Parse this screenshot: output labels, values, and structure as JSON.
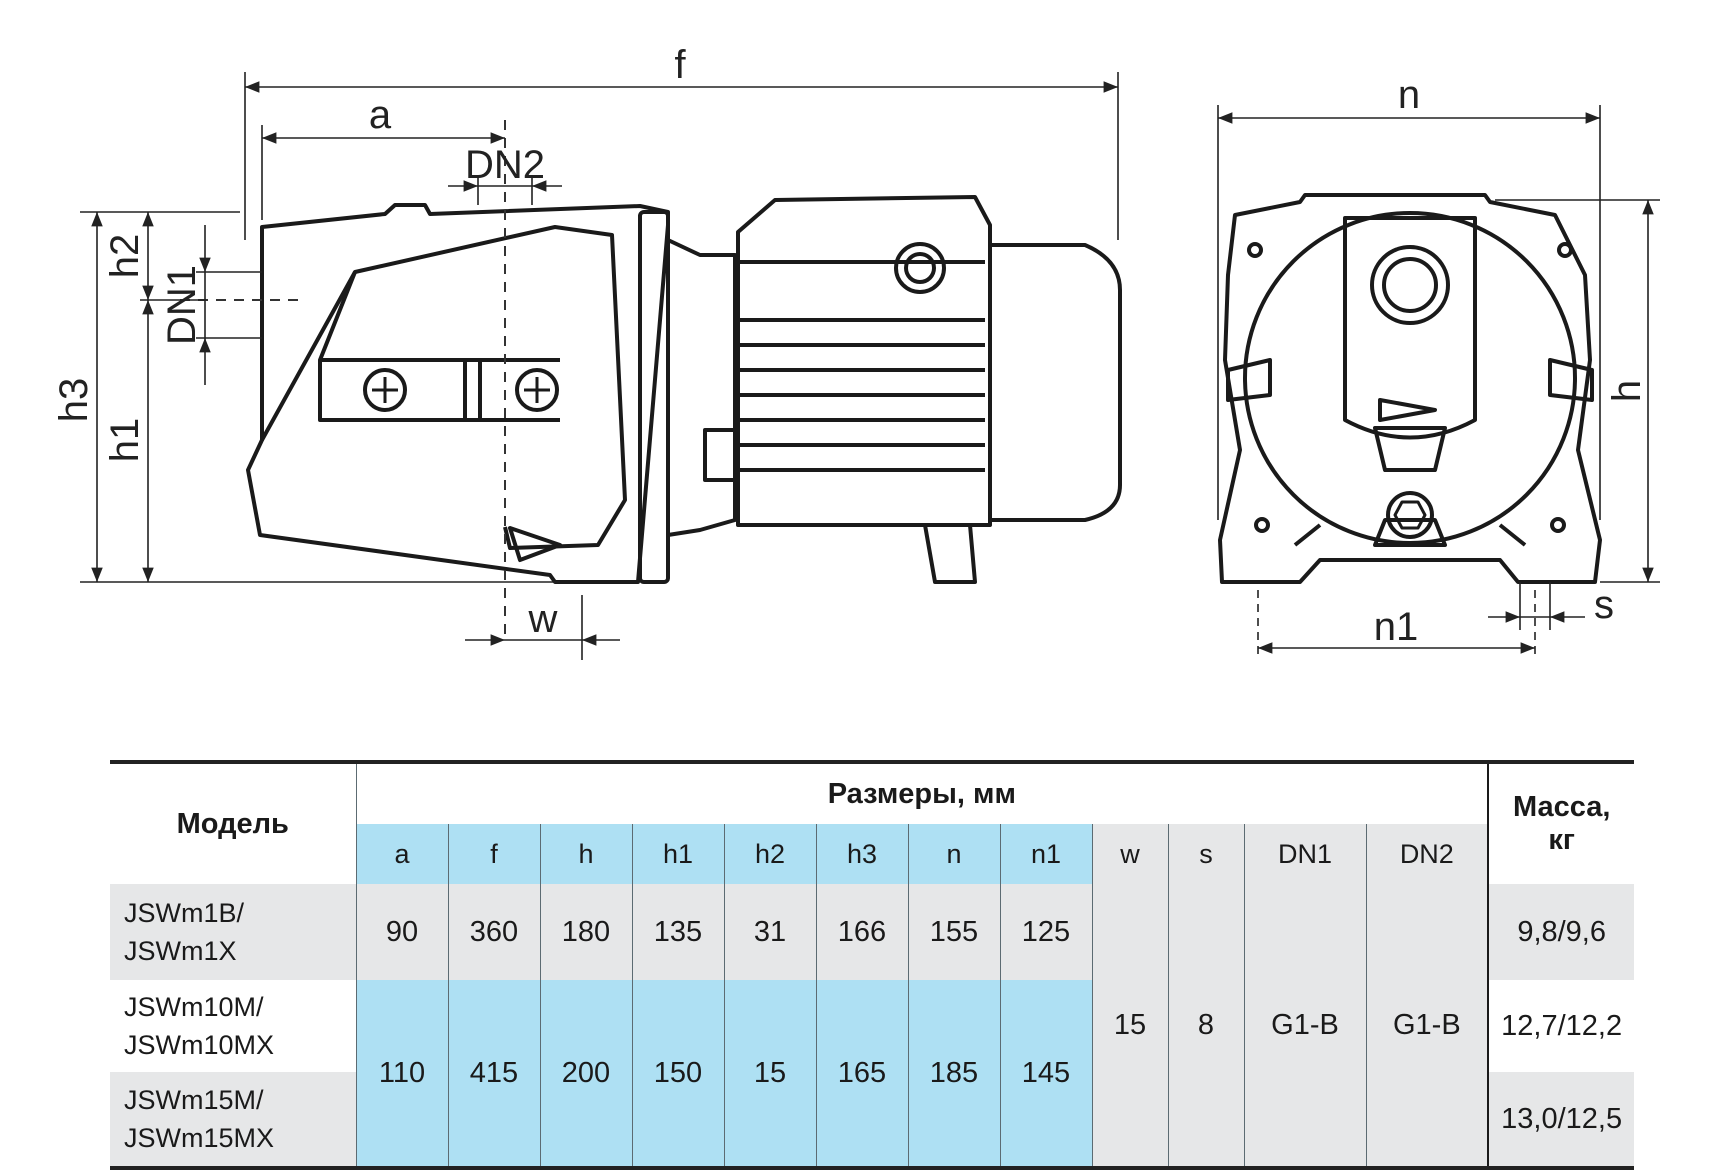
{
  "diagram": {
    "dimension_labels": {
      "f": "f",
      "a": "a",
      "dn2": "DN2",
      "dn1": "DN1",
      "h2": "h2",
      "h3": "h3",
      "h1": "h1",
      "w": "w",
      "n": "n",
      "h": "h",
      "n1": "n1",
      "s": "s"
    }
  },
  "table": {
    "model_header": "Модель",
    "dims_header": "Размеры, мм",
    "mass_header_line1": "Масса,",
    "mass_header_line2": "кг",
    "columns": [
      "a",
      "f",
      "h",
      "h1",
      "h2",
      "h3",
      "n",
      "n1",
      "w",
      "s",
      "DN1",
      "DN2"
    ],
    "rows": [
      {
        "model_line1": "JSWm1B/",
        "model_line2": "JSWm1X",
        "a": "90",
        "f": "360",
        "h": "180",
        "h1": "135",
        "h2": "31",
        "h3": "166",
        "n": "155",
        "n1": "125",
        "mass": "9,8/9,6"
      },
      {
        "model_line1": "JSWm10M/",
        "model_line2": "JSWm10MX",
        "mass": "12,7/12,2"
      },
      {
        "model_line1": "JSWm15M/",
        "model_line2": "JSWm15MX",
        "mass": "13,0/12,5"
      }
    ],
    "merged_10_15": {
      "a": "110",
      "f": "415",
      "h": "200",
      "h1": "150",
      "h2": "15",
      "h3": "165",
      "n": "185",
      "n1": "145"
    },
    "merged_all": {
      "w": "15",
      "s": "8",
      "dn1": "G1-B",
      "dn2": "G1-B"
    }
  }
}
